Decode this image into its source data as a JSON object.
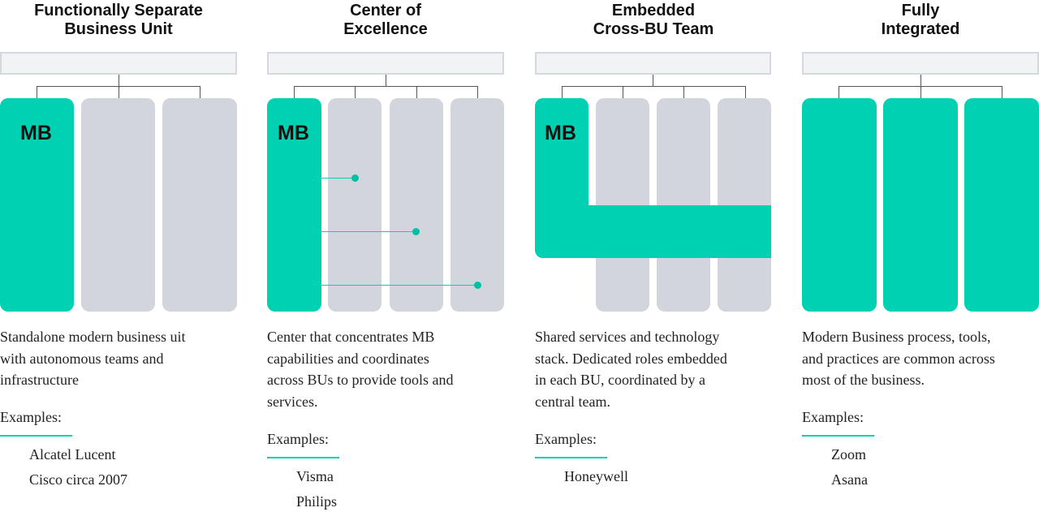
{
  "models": [
    {
      "title": [
        "Functionally Separate",
        "Business Unit"
      ],
      "mb_label": "MB",
      "description": [
        "Standalone modern business uit",
        "with autonomous teams and",
        "infrastructure"
      ],
      "examples_label": "Examples:",
      "examples": [
        "Alcatel Lucent",
        "Cisco circa 2007"
      ]
    },
    {
      "title": [
        "Center of",
        "Excellence"
      ],
      "mb_label": "MB",
      "description": [
        "Center that concentrates MB",
        "capabilities and coordinates",
        "across BUs to provide tools and",
        "services."
      ],
      "examples_label": "Examples:",
      "examples": [
        "Visma",
        "Philips"
      ]
    },
    {
      "title": [
        "Embedded",
        "Cross-BU Team"
      ],
      "mb_label": "MB",
      "description": [
        "Shared services and technology",
        "stack. Dedicated roles embedded",
        "in each BU, coordinated by a",
        "central team."
      ],
      "examples_label": "Examples:",
      "examples": [
        "Honeywell"
      ]
    },
    {
      "title": [
        "Fully",
        "Integrated"
      ],
      "mb_label": "",
      "description": [
        "Modern Business process, tools,",
        "and practices are common across",
        "most of the business."
      ],
      "examples_label": "Examples:",
      "examples": [
        "Zoom",
        "Asana"
      ]
    }
  ],
  "colors": {
    "teal": "#00d1b2",
    "grey_panel": "#d2d5dc",
    "header_fill": "#f2f3f5",
    "header_border": "#d5d8de"
  }
}
